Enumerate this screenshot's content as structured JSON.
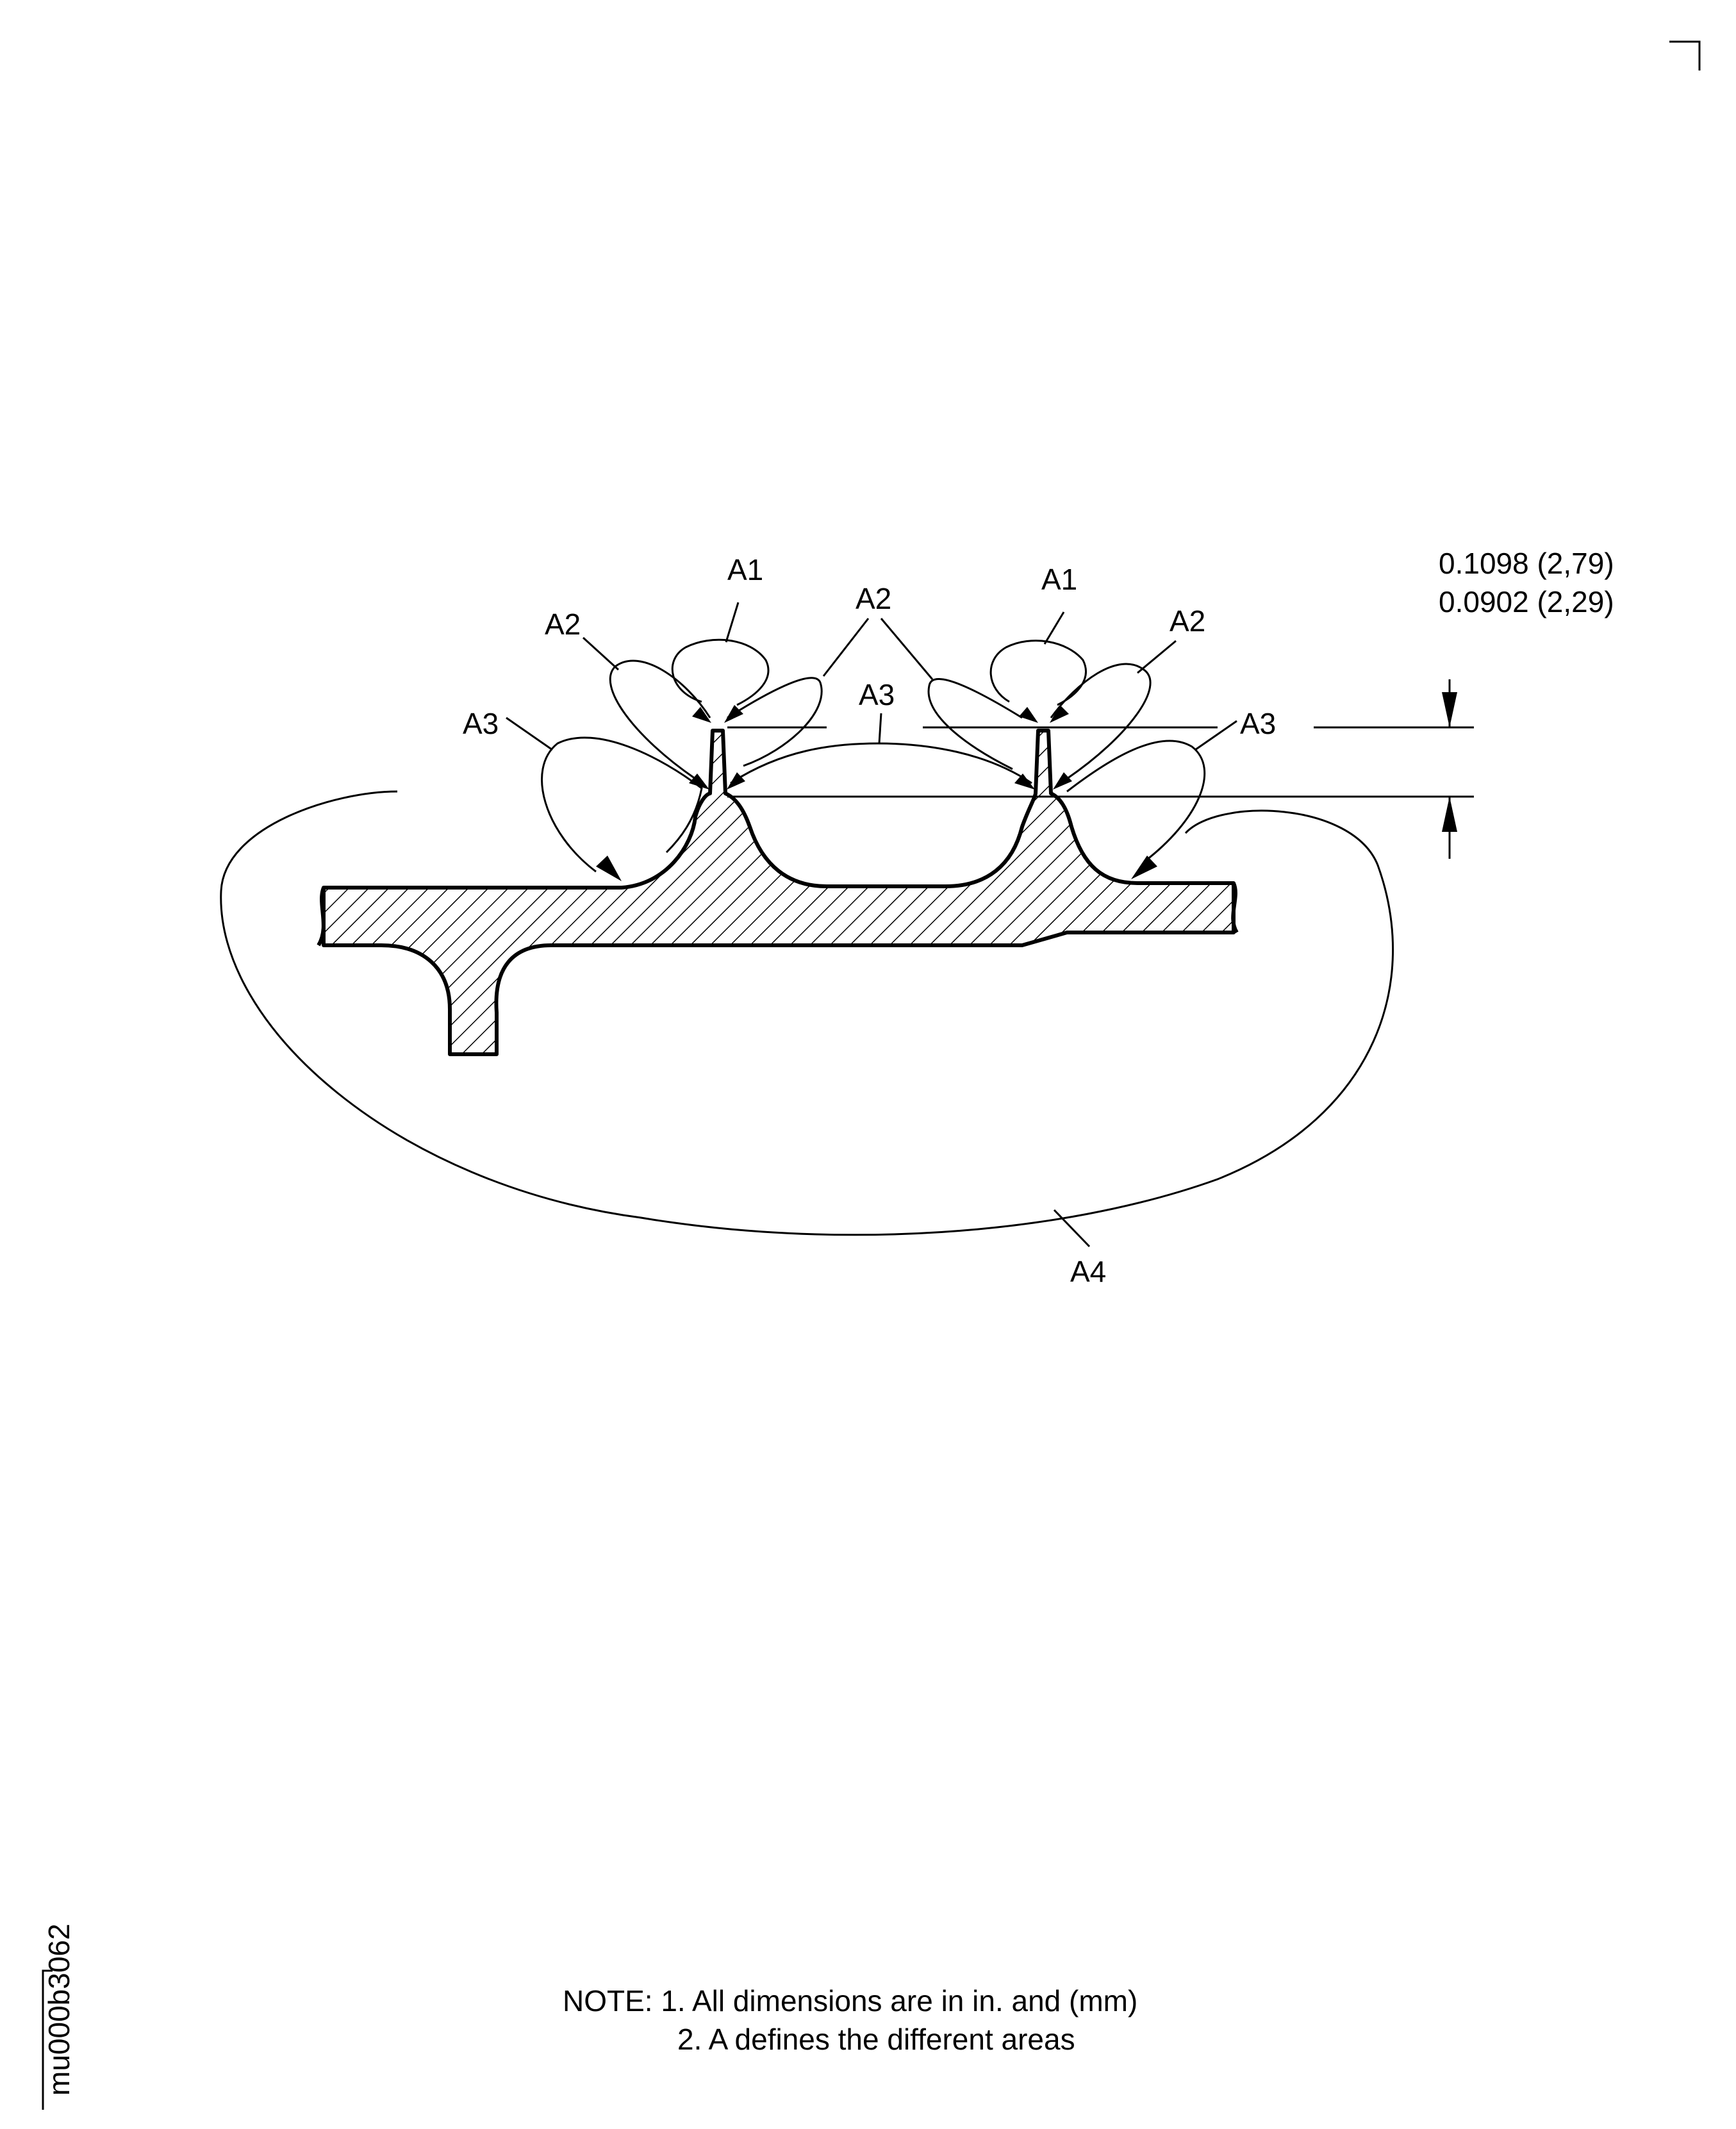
{
  "labels": {
    "a1": "A1",
    "a2": "A2",
    "a3": "A3",
    "a4": "A4"
  },
  "dimension": {
    "max": "0.1098 (2,79)",
    "min": "0.0902 (2,29)"
  },
  "notes": {
    "line1": "NOTE: 1. All dimensions are in in. and (mm)",
    "line2": "2. A defines the different areas"
  },
  "figure_id": "mu000b3062"
}
